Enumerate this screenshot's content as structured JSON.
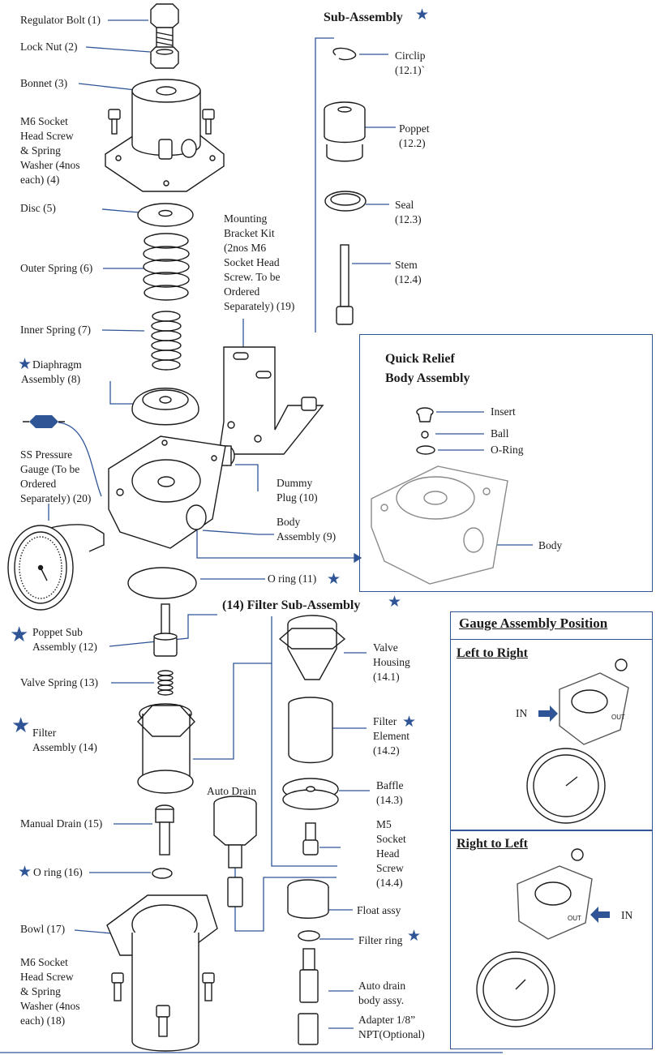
{
  "colors": {
    "leader": "#2f5597",
    "star": "#2f5597",
    "outline": "#1b1b1b"
  },
  "icons": {
    "star": "star-icon",
    "arrow": "in-arrow-icon"
  },
  "labels": {
    "regulator_bolt": "Regulator Bolt (1)",
    "lock_nut": "Lock Nut (2)",
    "bonnet": "Bonnet (3)",
    "m6_screw_4": "M6 Socket\nHead Screw\n& Spring\nWasher (4nos\neach) (4)",
    "disc": "Disc (5)",
    "outer_spring": "Outer Spring (6)",
    "inner_spring": "Inner Spring (7)",
    "diaphragm": "Diaphragm\nAssembly (8)",
    "mounting_bracket": "Mounting\nBracket Kit\n(2nos M6\nSocket Head\nScrew. To be\nOrdered\nSeparately) (19)",
    "pressure_gauge": "SS Pressure\nGauge (To be\nOrdered\nSeparately) (20)",
    "dummy_plug": "Dummy\nPlug (10)",
    "body_assembly": "Body\nAssembly (9)",
    "o_ring_11": "O ring (11)",
    "poppet_sub": "Poppet Sub\nAssembly (12)",
    "valve_spring": "Valve Spring (13)",
    "filter_assembly": "Filter\nAssembly (14)",
    "manual_drain": "Manual Drain (15)",
    "o_ring_16": "O ring (16)",
    "bowl": "Bowl (17)",
    "m6_screw_18": "M6 Socket\nHead Screw\n& Spring\nWasher (4nos\neach) (18)",
    "auto_drain": "Auto Drain"
  },
  "sub_assembly": {
    "title": "Sub-Assembly",
    "circlip": "Circlip\n(12.1)`",
    "poppet": "Poppet\n(12.2)",
    "seal": "Seal\n(12.3)",
    "stem": "Stem\n(12.4)"
  },
  "quick_relief": {
    "title": "Quick Relief\nBody Assembly",
    "insert": "Insert",
    "ball": "Ball",
    "o_ring": "O-Ring",
    "body": "Body"
  },
  "filter_sub": {
    "title": "(14) Filter Sub-Assembly",
    "valve_housing": "Valve\nHousing\n(14.1)",
    "filter_element": "Filter\nElement\n(14.2)",
    "baffle": "Baffle\n(14.3)",
    "m5_screw": "M5\nSocket\nHead\nScrew\n(14.4)"
  },
  "auto_drain_parts": {
    "float_assy": "Float assy",
    "filter_ring": "Filter ring",
    "body_assy": "Auto drain\nbody assy.",
    "adapter": "Adapter 1/8”\nNPT(Optional)"
  },
  "gauge_position": {
    "title": "Gauge Assembly Position",
    "left_to_right": "Left to Right",
    "right_to_left": "Right to Left",
    "in_label": "IN",
    "out_label": "OUT"
  }
}
